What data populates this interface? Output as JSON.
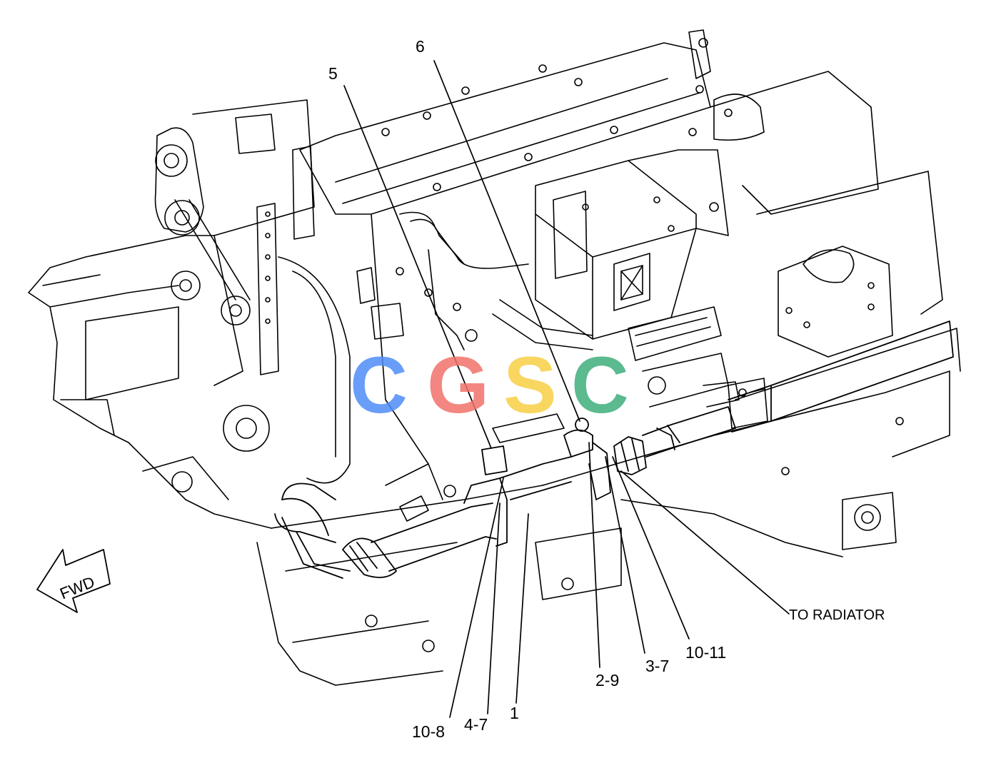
{
  "callouts": {
    "c5": "5",
    "c6": "6",
    "c10_8": "10-8",
    "c4_7": "4-7",
    "c1": "1",
    "c2_9": "2-9",
    "c3_7": "3-7",
    "c10_11": "10-11",
    "to_radiator": "TO RADIATOR"
  },
  "fwd_label": "FWD",
  "watermark": {
    "letters": [
      "C",
      "G",
      "S",
      "C"
    ],
    "colors": [
      "#4f8ef7",
      "#f2726a",
      "#f7cf45",
      "#3fae7c"
    ]
  },
  "colors": {
    "line": "#000000",
    "background": "#ffffff"
  }
}
